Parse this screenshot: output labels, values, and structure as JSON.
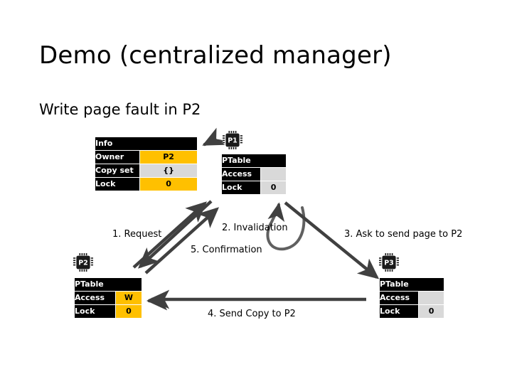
{
  "slide": {
    "title": "Demo (centralized manager)",
    "subtitle": "Write page fault in P2"
  },
  "colors": {
    "gold": "#FFC000",
    "gray": "#D9D9D9",
    "black": "#000000",
    "arrow": "#404040",
    "white": "#FFFFFF"
  },
  "manager_table": {
    "name": "manager-info-table",
    "header": "Info",
    "rows": [
      {
        "label": "Owner",
        "value": "P2",
        "value_style": "gold"
      },
      {
        "label": "Copy set",
        "value": "{}",
        "value_style": "gray"
      },
      {
        "label": "Lock",
        "value": "0",
        "value_style": "gold"
      }
    ]
  },
  "nodes": [
    {
      "id": "p1",
      "icon": "cpu-chip-icon",
      "chip_label": "P1",
      "table": {
        "header": "PTable",
        "rows": [
          {
            "label": "Access",
            "value": "",
            "value_style": "gray"
          },
          {
            "label": "Lock",
            "value": "0",
            "value_style": "gray"
          }
        ]
      }
    },
    {
      "id": "p2",
      "icon": "cpu-chip-icon",
      "chip_label": "P2",
      "table": {
        "header": "PTable",
        "rows": [
          {
            "label": "Access",
            "value": "W",
            "value_style": "gold"
          },
          {
            "label": "Lock",
            "value": "0",
            "value_style": "gold"
          }
        ]
      }
    },
    {
      "id": "p3",
      "icon": "cpu-chip-icon",
      "chip_label": "P3",
      "table": {
        "header": "PTable",
        "rows": [
          {
            "label": "Access",
            "value": "",
            "value_style": "gray"
          },
          {
            "label": "Lock",
            "value": "0",
            "value_style": "gray"
          }
        ]
      }
    }
  ],
  "steps": [
    {
      "id": "step1",
      "label": "1. Request"
    },
    {
      "id": "step2",
      "label": "2. Invalidation"
    },
    {
      "id": "step3",
      "label": "3. Ask to send page to P2"
    },
    {
      "id": "step4",
      "label": "4. Send Copy to P2"
    },
    {
      "id": "step5",
      "label": "5. Confirmation"
    }
  ]
}
